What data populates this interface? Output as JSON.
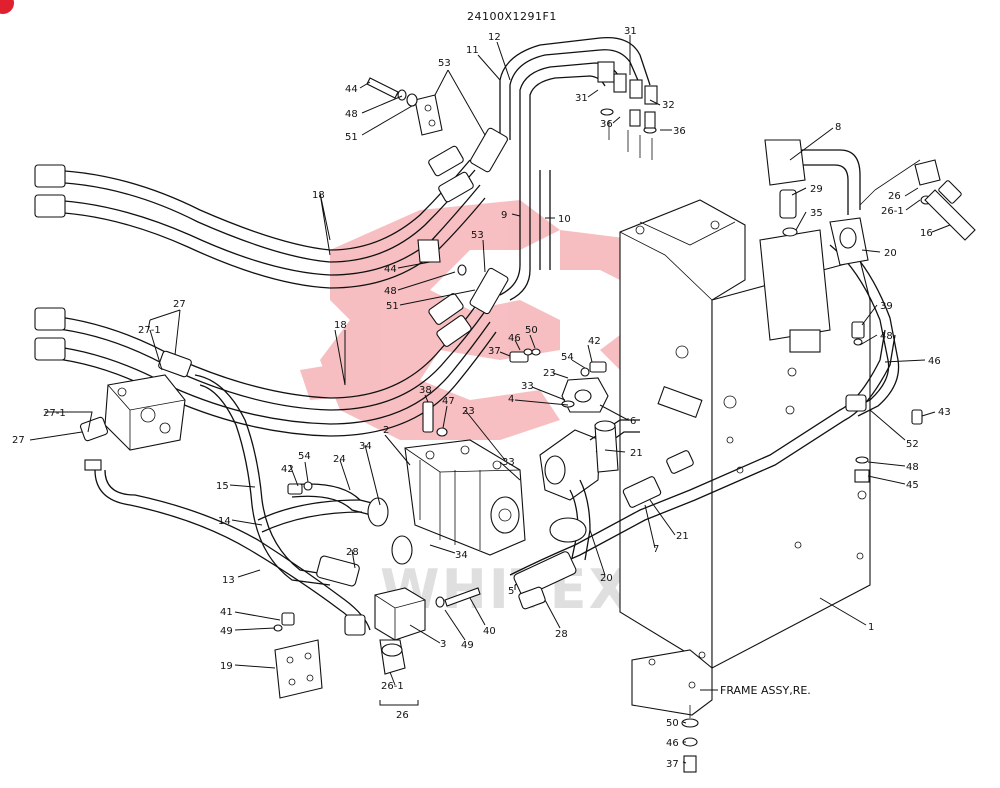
{
  "drawing_number": "24100X1291F1",
  "frame_label": "FRAME ASSY,RE.",
  "watermark": "WHITEX",
  "watermark_color": "#e8474f",
  "callouts": [
    {
      "id": "c1",
      "text": "31"
    },
    {
      "id": "c2",
      "text": "12"
    },
    {
      "id": "c3",
      "text": "11"
    },
    {
      "id": "c4",
      "text": "53"
    },
    {
      "id": "c5",
      "text": "44"
    },
    {
      "id": "c6",
      "text": "48"
    },
    {
      "id": "c7",
      "text": "51"
    },
    {
      "id": "c8",
      "text": "31"
    },
    {
      "id": "c9",
      "text": "32"
    },
    {
      "id": "c10",
      "text": "36"
    },
    {
      "id": "c11",
      "text": "36"
    },
    {
      "id": "c12",
      "text": "8"
    },
    {
      "id": "c13",
      "text": "29"
    },
    {
      "id": "c14",
      "text": "35"
    },
    {
      "id": "c15",
      "text": "26"
    },
    {
      "id": "c16",
      "text": "26-1"
    },
    {
      "id": "c17",
      "text": "16"
    },
    {
      "id": "c18",
      "text": "20"
    },
    {
      "id": "c19",
      "text": "18"
    },
    {
      "id": "c20",
      "text": "9"
    },
    {
      "id": "c21",
      "text": "10"
    },
    {
      "id": "c22",
      "text": "53"
    },
    {
      "id": "c23",
      "text": "44"
    },
    {
      "id": "c24",
      "text": "48"
    },
    {
      "id": "c25",
      "text": "51"
    },
    {
      "id": "c26",
      "text": "39"
    },
    {
      "id": "c27",
      "text": "48"
    },
    {
      "id": "c28",
      "text": "46"
    },
    {
      "id": "c29",
      "text": "27"
    },
    {
      "id": "c30",
      "text": "27-1"
    },
    {
      "id": "c31",
      "text": "18"
    },
    {
      "id": "c32",
      "text": "46"
    },
    {
      "id": "c33",
      "text": "50"
    },
    {
      "id": "c34",
      "text": "37"
    },
    {
      "id": "c35",
      "text": "42"
    },
    {
      "id": "c36",
      "text": "54"
    },
    {
      "id": "c37",
      "text": "23"
    },
    {
      "id": "c38",
      "text": "38"
    },
    {
      "id": "c39",
      "text": "47"
    },
    {
      "id": "c40",
      "text": "33"
    },
    {
      "id": "c41",
      "text": "4"
    },
    {
      "id": "c42",
      "text": "6"
    },
    {
      "id": "c43",
      "text": "43"
    },
    {
      "id": "c44",
      "text": "52"
    },
    {
      "id": "c45",
      "text": "48"
    },
    {
      "id": "c46",
      "text": "45"
    },
    {
      "id": "c47",
      "text": "27-1"
    },
    {
      "id": "c48",
      "text": "27"
    },
    {
      "id": "c49",
      "text": "23"
    },
    {
      "id": "c50",
      "text": "2"
    },
    {
      "id": "c51",
      "text": "34"
    },
    {
      "id": "c52",
      "text": "33"
    },
    {
      "id": "c53",
      "text": "21"
    },
    {
      "id": "c54",
      "text": "15"
    },
    {
      "id": "c55",
      "text": "42"
    },
    {
      "id": "c56",
      "text": "54"
    },
    {
      "id": "c57",
      "text": "24"
    },
    {
      "id": "c58",
      "text": "14"
    },
    {
      "id": "c59",
      "text": "21"
    },
    {
      "id": "c60",
      "text": "7"
    },
    {
      "id": "c61",
      "text": "28"
    },
    {
      "id": "c62",
      "text": "34"
    },
    {
      "id": "c63",
      "text": "13"
    },
    {
      "id": "c64",
      "text": "20"
    },
    {
      "id": "c65",
      "text": "5"
    },
    {
      "id": "c66",
      "text": "41"
    },
    {
      "id": "c67",
      "text": "49"
    },
    {
      "id": "c68",
      "text": "49"
    },
    {
      "id": "c69",
      "text": "40"
    },
    {
      "id": "c70",
      "text": "28"
    },
    {
      "id": "c71",
      "text": "3"
    },
    {
      "id": "c72",
      "text": "1"
    },
    {
      "id": "c73",
      "text": "19"
    },
    {
      "id": "c74",
      "text": "26-1"
    },
    {
      "id": "c75",
      "text": "26"
    },
    {
      "id": "c76",
      "text": "50"
    },
    {
      "id": "c77",
      "text": "46"
    },
    {
      "id": "c78",
      "text": "37"
    }
  ]
}
